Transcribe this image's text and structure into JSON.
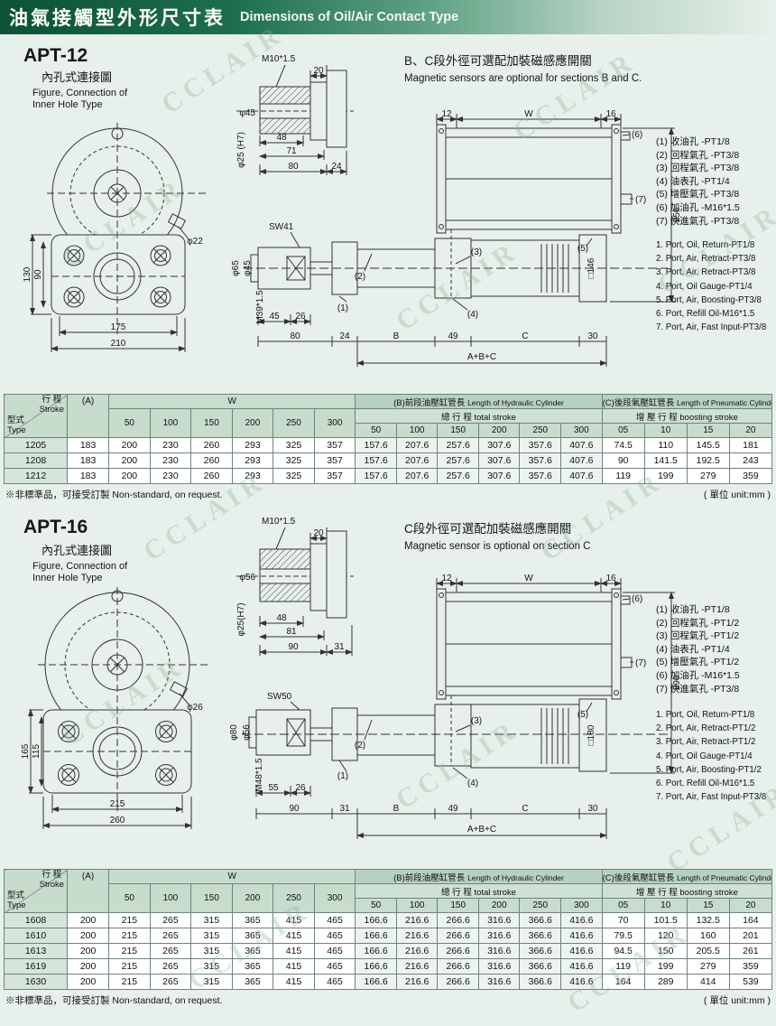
{
  "page": {
    "title_zh": "油氣接觸型外形尺寸表",
    "title_en": "Dimensions of Oil/Air Contact Type",
    "watermark": "CCLAIR",
    "accent": "#0e5d3b"
  },
  "table_header": {
    "type_zh": "型式",
    "type_en": "Type",
    "stroke_zh": "行 程",
    "stroke_en": "Stroke",
    "a": "(A)",
    "w": "W",
    "w_cols": [
      "50",
      "100",
      "150",
      "200",
      "250",
      "300"
    ],
    "b_zh": "(B)前段油壓缸管長",
    "b_en": "Length of Hydraulic Cylinder",
    "b_sub": "總 行 程  total stroke",
    "b_cols": [
      "50",
      "100",
      "150",
      "200",
      "250",
      "300"
    ],
    "c_zh": "(C)後段氣壓缸管長",
    "c_en": "Length of Pneumatic Cylinder",
    "c_sub": "增 壓 行 程  boosting stroke",
    "c_cols": [
      "05",
      "10",
      "15",
      "20"
    ]
  },
  "footnote": {
    "text": "※非標準品，可接受訂製  Non-standard, on request.",
    "unit": "( 單位 unit:mm )"
  },
  "apt12": {
    "model": "APT-12",
    "figure_zh": "內孔式連接圖",
    "figure_en1": "Figure, Connection of",
    "figure_en2": "Inner Hole Type",
    "sensor_zh": "B、C段外徑可選配加裝磁感應開關",
    "sensor_en": "Magnetic sensors are optional for sections B and C.",
    "ports_zh": [
      "(1) 收油孔 -PT1/8",
      "(2) 回程氣孔 -PT3/8",
      "(3) 回程氣孔 -PT3/8",
      "(4) 油表孔 -PT1/4",
      "(5) 增壓氣孔 -PT3/8",
      "(6) 加油孔 -M16*1.5",
      "(7) 快進氣孔 -PT3/8"
    ],
    "ports_en": [
      "1. Port, Oil, Return-PT1/8",
      "2. Port, Air, Retract-PT3/8",
      "3. Port, Air, Retract-PT3/8",
      "4. Port, Oil Gauge-PT1/4",
      "5. Port, Air, Boosting-PT3/8",
      "6. Port, Refill Oil-M16*1.5",
      "7. Port, Air, Fast Input-PT3/8"
    ],
    "dims": {
      "m10": "M10*1.5",
      "t20": "20",
      "bush_od": "φ45",
      "bore": "φ25 (H7)",
      "l48": "48",
      "l71": "71",
      "l80": "80",
      "l24": "24",
      "sw": "SW41",
      "rod_od": "φ65",
      "rod_id": "φ45",
      "rod_thread": "M39*1.5",
      "rA": "45",
      "rB": "26",
      "pin": "φ22",
      "fv1": "130",
      "fv2": "90",
      "fb1": "175",
      "fb2": "210",
      "t12": "12",
      "tw": "W",
      "t16": "16",
      "hgt": "256",
      "sq": "□146",
      "k1": "(1)",
      "k2": "(2)",
      "k3": "(3)",
      "k4": "(4)",
      "k5": "(5)",
      "k6": "(6)",
      "k7": "(7)",
      "seg1": "80",
      "seg2": "24",
      "segB": "B",
      "seg49": "49",
      "segC": "C",
      "seg30": "30",
      "abc": "A+B+C"
    },
    "table_rows": [
      {
        "model": "1205",
        "a": "183",
        "w": [
          "200",
          "230",
          "260",
          "293",
          "325",
          "357"
        ],
        "b": [
          "157.6",
          "207.6",
          "257.6",
          "307.6",
          "357.6",
          "407.6"
        ],
        "c": [
          "74.5",
          "110",
          "145.5",
          "181"
        ]
      },
      {
        "model": "1208",
        "a": "183",
        "w": [
          "200",
          "230",
          "260",
          "293",
          "325",
          "357"
        ],
        "b": [
          "157.6",
          "207.6",
          "257.6",
          "307.6",
          "357.6",
          "407.6"
        ],
        "c": [
          "90",
          "141.5",
          "192.5",
          "243"
        ]
      },
      {
        "model": "1212",
        "a": "183",
        "w": [
          "200",
          "230",
          "260",
          "293",
          "325",
          "357"
        ],
        "b": [
          "157.6",
          "207.6",
          "257.6",
          "307.6",
          "357.6",
          "407.6"
        ],
        "c": [
          "119",
          "199",
          "279",
          "359"
        ]
      }
    ]
  },
  "apt16": {
    "model": "APT-16",
    "figure_zh": "內孔式連接圖",
    "figure_en1": "Figure, Connection of",
    "figure_en2": "Inner Hole Type",
    "sensor_zh": "C段外徑可選配加裝磁感應開關",
    "sensor_en": "Magnetic sensor is optional on section C",
    "ports_zh": [
      "(1) 收油孔 -PT1/8",
      "(2) 回程氣孔 -PT1/2",
      "(3) 回程氣孔 -PT1/2",
      "(4) 油表孔 -PT1/4",
      "(5) 增壓氣孔 -PT1/2",
      "(6) 加油孔 -M16*1.5",
      "(7) 快進氣孔 -PT3/8"
    ],
    "ports_en": [
      "1. Port, Oil, Return-PT1/8",
      "2. Port, Air, Retract-PT1/2",
      "3. Port, Air, Retract-PT1/2",
      "4. Port, Oil Gauge-PT1/4",
      "5. Port, Air, Boosting-PT1/2",
      "6. Port, Refill Oil-M16*1.5",
      "7. Port, Air, Fast Input-PT3/8"
    ],
    "dims": {
      "m10": "M10*1.5",
      "t20": "20",
      "bush_od": "φ56",
      "bore": "φ25(H7)",
      "l48": "48",
      "l71": "81",
      "l80": "90",
      "l24": "31",
      "sw": "SW50",
      "rod_od": "φ80",
      "rod_id": "φ56",
      "rod_thread": "M48*1.5",
      "rA": "55",
      "rB": "26",
      "pin": "φ26",
      "fv1": "165",
      "fv2": "115",
      "fb1": "215",
      "fb2": "260",
      "t12": "12",
      "tw": "W",
      "t16": "16",
      "hgt": "290",
      "sq": "□180",
      "k1": "(1)",
      "k2": "(2)",
      "k3": "(3)",
      "k4": "(4)",
      "k5": "(5)",
      "k6": "(6)",
      "k7": "(7)",
      "seg1": "90",
      "seg2": "31",
      "segB": "B",
      "seg49": "49",
      "segC": "C",
      "seg30": "30",
      "abc": "A+B+C"
    },
    "table_rows": [
      {
        "model": "1608",
        "a": "200",
        "w": [
          "215",
          "265",
          "315",
          "365",
          "415",
          "465"
        ],
        "b": [
          "166.6",
          "216.6",
          "266.6",
          "316.6",
          "366.6",
          "416.6"
        ],
        "c": [
          "70",
          "101.5",
          "132.5",
          "164"
        ]
      },
      {
        "model": "1610",
        "a": "200",
        "w": [
          "215",
          "265",
          "315",
          "365",
          "415",
          "465"
        ],
        "b": [
          "166.6",
          "216.6",
          "266.6",
          "316.6",
          "366.6",
          "416.6"
        ],
        "c": [
          "79.5",
          "120",
          "160",
          "201"
        ]
      },
      {
        "model": "1613",
        "a": "200",
        "w": [
          "215",
          "265",
          "315",
          "365",
          "415",
          "465"
        ],
        "b": [
          "166.6",
          "216.6",
          "266.6",
          "316.6",
          "366.6",
          "416.6"
        ],
        "c": [
          "94.5",
          "150",
          "205.5",
          "261"
        ]
      },
      {
        "model": "1619",
        "a": "200",
        "w": [
          "215",
          "265",
          "315",
          "365",
          "415",
          "465"
        ],
        "b": [
          "166.6",
          "216.6",
          "266.6",
          "316.6",
          "366.6",
          "416.6"
        ],
        "c": [
          "119",
          "199",
          "279",
          "359"
        ]
      },
      {
        "model": "1630",
        "a": "200",
        "w": [
          "215",
          "265",
          "315",
          "365",
          "415",
          "465"
        ],
        "b": [
          "166.6",
          "216.6",
          "266.6",
          "316.6",
          "366.6",
          "416.6"
        ],
        "c": [
          "164",
          "289",
          "414",
          "539"
        ]
      }
    ]
  }
}
